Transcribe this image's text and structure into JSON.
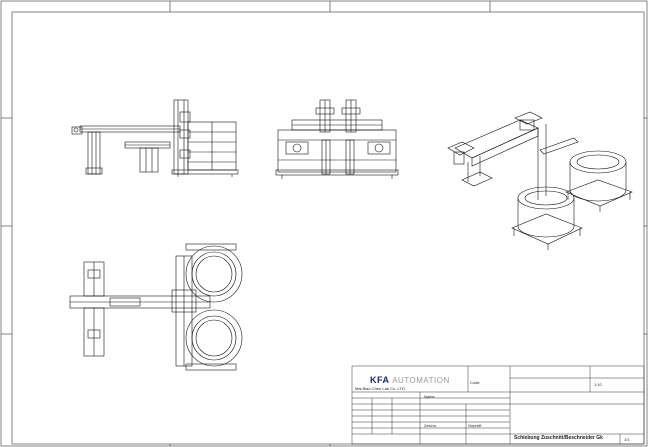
{
  "drawing": {
    "views": [
      "side-view",
      "front-view",
      "isometric-view",
      "top-view"
    ]
  },
  "title_block": {
    "logo_main": "KFA",
    "logo_sub": "AUTOMATION",
    "company_line": "Mai Biao   Chen Lab  Co.,LTD.",
    "field_name": "Name",
    "field_code": "Code",
    "drawn_label": "Zeichn.",
    "checked_label": "Geprüft",
    "title": "Schiebung Zuschnitt/Beschneider Gk",
    "sheet": "1/1",
    "scale": "1:10"
  }
}
